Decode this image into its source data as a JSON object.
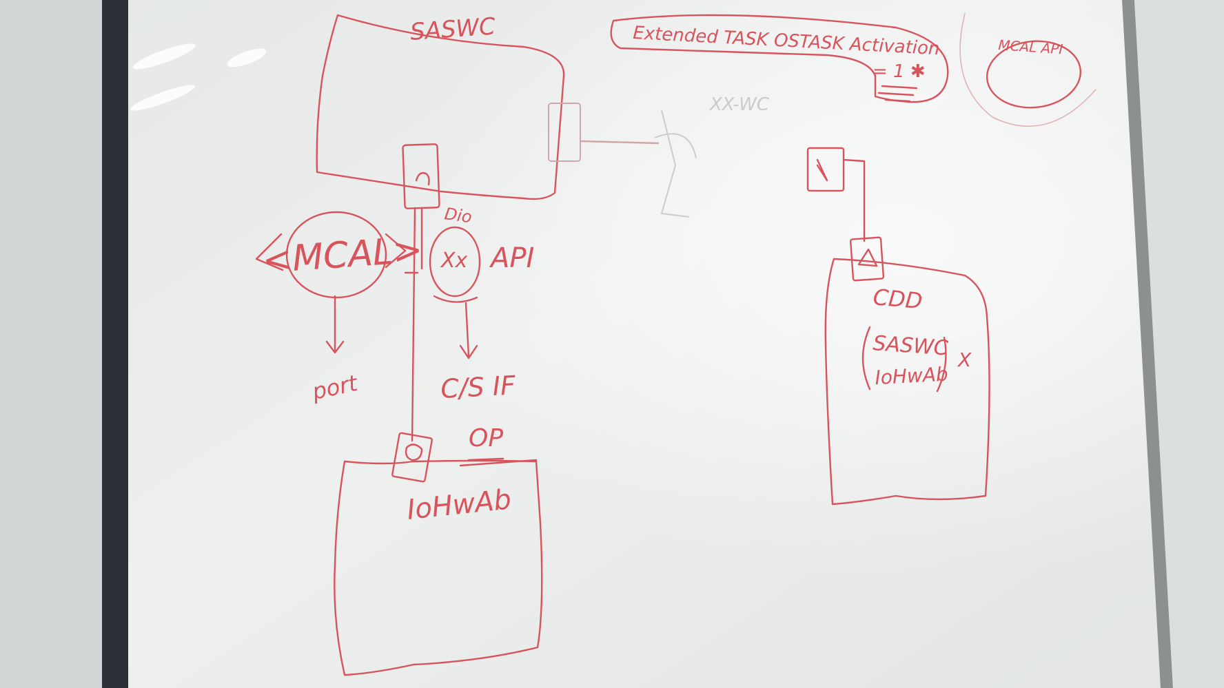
{
  "board": {
    "labels": {
      "saswc_top": "SASWC",
      "extended_task": "Extended TASK OSTASK Activation",
      "task_eq": "= 1 ✱",
      "mcal_api": "MCAL API",
      "mcal": "<MCAL>",
      "dio": "Dio",
      "xx": "Xx",
      "api": "API",
      "port": "port",
      "cs_if": "C/S IF",
      "op": "OP",
      "iohwab": "IoHwAb",
      "cdd": "CDD",
      "cdd_saswc": "SASWC",
      "cdd_iohwab": "IoHwAb",
      "cdd_x": "X"
    },
    "colors": {
      "marker": "#d8545c",
      "board": "#e9ebea",
      "frame": "#2b2f36",
      "wall": "#cfd3d3"
    }
  }
}
